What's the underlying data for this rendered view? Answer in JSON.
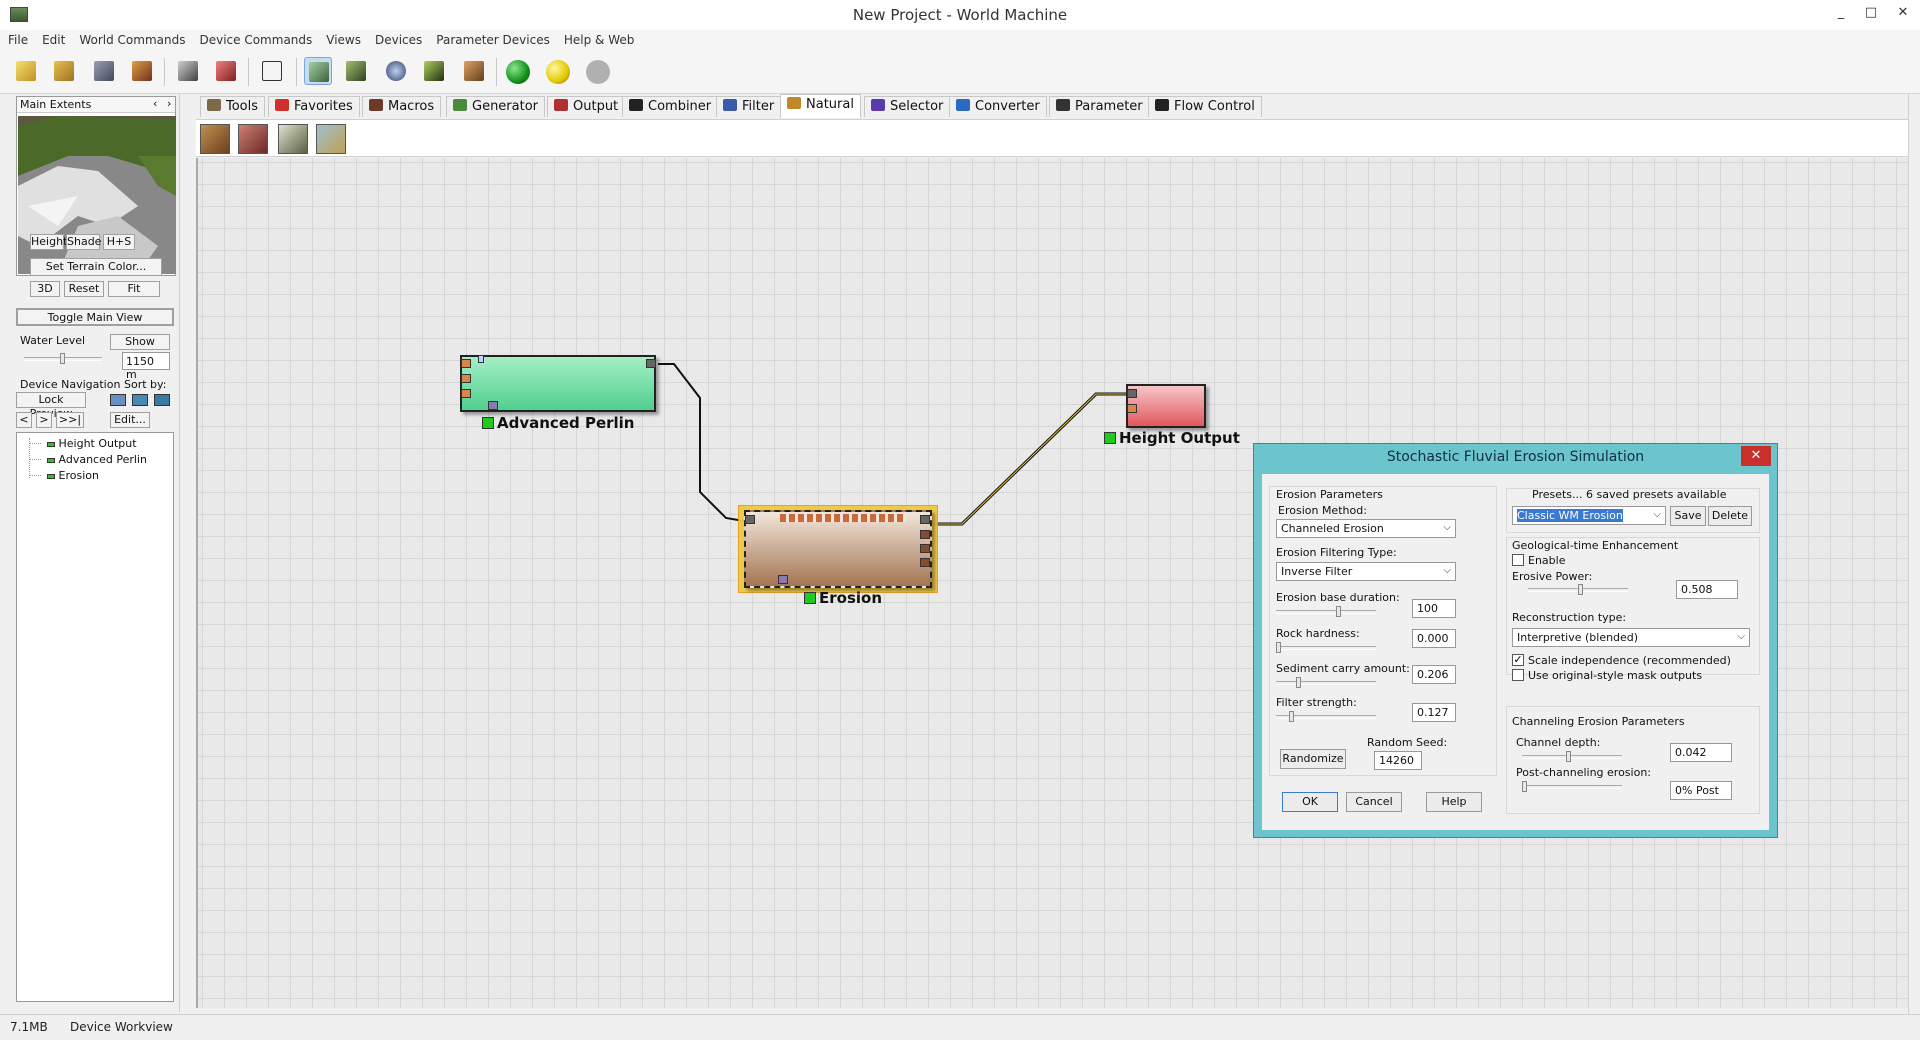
{
  "window": {
    "title": "New Project - World Machine",
    "minimize": "_",
    "maximize": "□",
    "close": "✕"
  },
  "menu": [
    "File",
    "Edit",
    "World Commands",
    "Device Commands",
    "Views",
    "Devices",
    "Parameter Devices",
    "Help & Web"
  ],
  "toolbar": {
    "icons": [
      "new-project-icon",
      "open-project-icon",
      "save-icon",
      "save-as-icon",
      "render-extents-icon",
      "render-icon",
      "random-dice-icon",
      "workview-icon",
      "layout-view-icon",
      "globe-view-icon",
      "3d-view-icon",
      "texture-view-icon",
      "build-green-icon",
      "build-yellow-icon",
      "build-gray-icon"
    ]
  },
  "left_panel": {
    "extents_label": "Main Extents",
    "view_buttons": [
      "Height",
      "Shade",
      "H+S"
    ],
    "set_terrain_color": "Set Terrain Color...",
    "nav_buttons": [
      "3D",
      "Reset",
      "Fit"
    ],
    "toggle_main_view": "Toggle Main View",
    "water_level_label": "Water Level",
    "show_button": "Show",
    "water_level_value": "1150 m",
    "device_navigation_label": "Device Navigation",
    "sort_by_label": "Sort by:",
    "lock_preview": "Lock Preview",
    "history_buttons": [
      "<",
      ">",
      ">>|"
    ],
    "edit_button": "Edit...",
    "tree_items": [
      "Height Output",
      "Advanced Perlin",
      "Erosion"
    ]
  },
  "tabs": [
    {
      "label": "Tools",
      "icon": "tools-icon",
      "color": "#7a6a4a"
    },
    {
      "label": "Favorites",
      "icon": "heart-icon",
      "color": "#d0302a"
    },
    {
      "label": "Macros",
      "icon": "macro-icon",
      "color": "#6a3a2a"
    },
    {
      "label": "Generator",
      "icon": "generator-icon",
      "color": "#4a8a3a"
    },
    {
      "label": "Output",
      "icon": "output-icon",
      "color": "#b03030"
    },
    {
      "label": "Combiner",
      "icon": "combiner-icon",
      "color": "#222222"
    },
    {
      "label": "Filter",
      "icon": "filter-icon",
      "color": "#3a5aaa"
    },
    {
      "label": "Natural",
      "icon": "natural-icon",
      "color": "#c08a2a"
    },
    {
      "label": "Selector",
      "icon": "selector-icon",
      "color": "#5a3aaa"
    },
    {
      "label": "Converter",
      "icon": "converter-icon",
      "color": "#2a6ac0"
    },
    {
      "label": "Parameter",
      "icon": "parameter-icon",
      "color": "#333333"
    },
    {
      "label": "Flow Control",
      "icon": "flow-control-icon",
      "color": "#222222"
    }
  ],
  "active_tab": "Natural",
  "device_icons": [
    "erosion-device-icon",
    "thermal-erosion-icon",
    "snowfall-icon",
    "coastal-erosion-icon"
  ],
  "nodes": {
    "perlin": "Advanced Perlin",
    "erosion": "Erosion",
    "height_output": "Height Output"
  },
  "dialog": {
    "title": "Stochastic Fluvial Erosion Simulation",
    "close": "✕",
    "erosion_parameters_title": "Erosion Parameters",
    "erosion_method_label": "Erosion Method:",
    "erosion_method_value": "Channeled Erosion",
    "filtering_type_label": "Erosion Filtering Type:",
    "filtering_type_value": "Inverse Filter",
    "base_duration_label": "Erosion base duration:",
    "base_duration_value": "100",
    "rock_hardness_label": "Rock hardness:",
    "rock_hardness_value": "0.000",
    "sediment_label": "Sediment carry amount:",
    "sediment_value": "0.206",
    "filter_strength_label": "Filter strength:",
    "filter_strength_value": "0.127",
    "randomize": "Randomize",
    "random_seed_label": "Random Seed:",
    "random_seed_value": "14260",
    "presets_label": "Presets... 6 saved presets available",
    "preset_value": "Classic WM Erosion",
    "save": "Save",
    "delete": "Delete",
    "geo_title": "Geological-time Enhancement",
    "enable_label": "Enable",
    "enable_checked": false,
    "erosive_power_label": "Erosive Power:",
    "erosive_power_value": "0.508",
    "reconstruction_label": "Reconstruction type:",
    "reconstruction_value": "Interpretive (blended)",
    "scale_independence_label": "Scale independence (recommended)",
    "scale_independence_checked": true,
    "mask_outputs_label": "Use original-style mask outputs",
    "mask_outputs_checked": false,
    "channel_title": "Channeling Erosion Parameters",
    "channel_depth_label": "Channel depth:",
    "channel_depth_value": "0.042",
    "post_channel_label": "Post-channeling erosion:",
    "post_channel_value": "0% Post",
    "ok": "OK",
    "cancel": "Cancel",
    "help": "Help"
  },
  "status": {
    "memory": "7.1MB",
    "view": "Device Workview"
  },
  "colors": {
    "accent": "#6cc4cc",
    "perlin_node": "#5fd39a",
    "erosion_node": "#a98061",
    "output_node": "#e46a6f",
    "selection": "#f0c840"
  }
}
